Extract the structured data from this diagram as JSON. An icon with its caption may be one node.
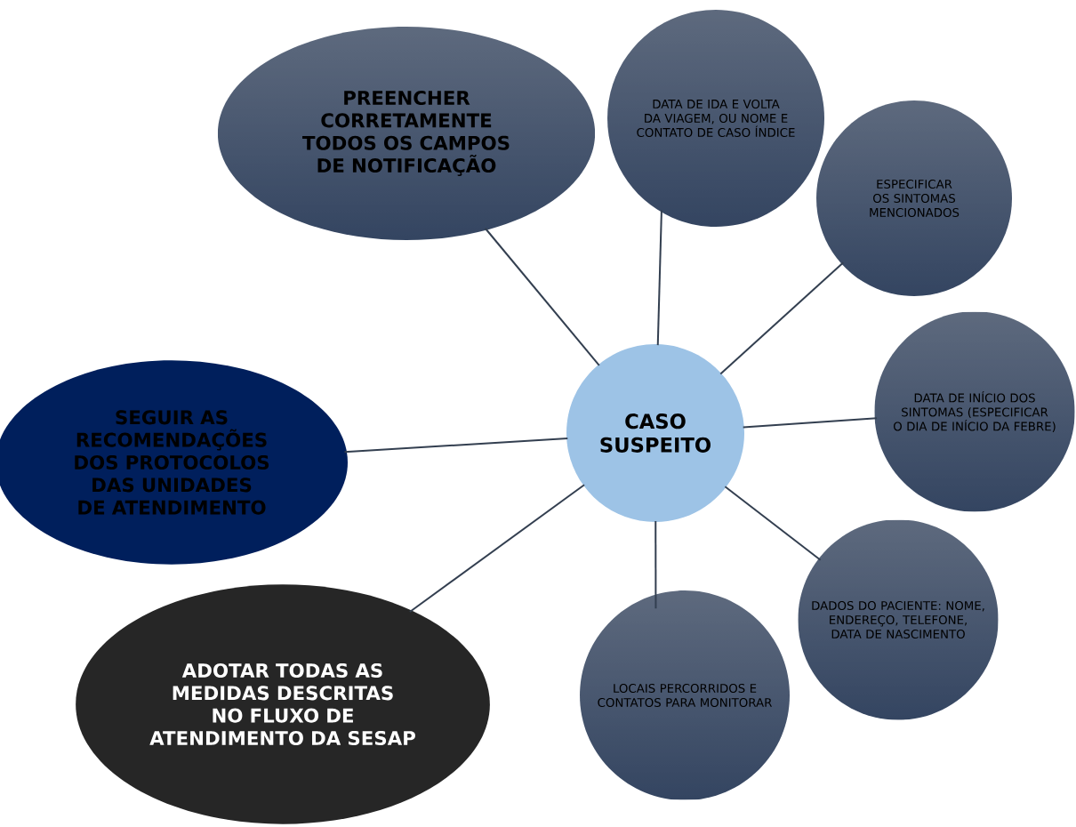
{
  "diagram": {
    "nodes": [
      {
        "text": [
          "CASO SUSPEITO"
        ]
      },
      {
        "text": [
          "PREENCHER CORRETAMENTE TODOS OS CAMPOS DE NOTIFICAÇÃO"
        ]
      },
      {
        "text": [
          "DATA DE IDA E VOLTA DA VIAGEM, OU NOME E CONTATO DE CASO ÍNDICE"
        ]
      },
      {
        "text": [
          "ESPECIFICAR OS SINTOMAS MENCIONADOS"
        ]
      },
      {
        "text": [
          "DATA DE INÍCIO DOS SINTOMAS (ESPECIFICAR O DIA DE INÍCIO DA FEBRE)"
        ]
      },
      {
        "text": [
          "DADOS DO PACIENTE: NOME, ENDEREÇO, TELEFONE, DATA DE NASCIMENTO"
        ]
      },
      {
        "text": [
          "LOCAIS PERCORRIDOS E CONTATOS PARA MONITORAR"
        ]
      },
      {
        "text": [
          "ADOTAR TODAS AS MEDIDAS DESCRITAS NO FLUXO DE ATENDIMENTO DA SESAP"
        ]
      },
      {
        "text": [
          "SEGUIR AS RECOMENDAÇÕES DOS PROTOCOLOS DAS UNIDADES DE ATENDIMENTO"
        ]
      }
    ],
    "edges": [
      {
        "from": 0,
        "to": 1,
        "arrow": "none"
      },
      {
        "from": 0,
        "to": 2,
        "arrow": "none"
      },
      {
        "from": 0,
        "to": 3,
        "arrow": "none"
      },
      {
        "from": 0,
        "to": 4,
        "arrow": "none"
      },
      {
        "from": 0,
        "to": 5,
        "arrow": "none"
      },
      {
        "from": 0,
        "to": 6,
        "arrow": "none"
      },
      {
        "from": 0,
        "to": 7,
        "arrow": "none"
      },
      {
        "from": 0,
        "to": 8,
        "arrow": "none"
      }
    ]
  }
}
